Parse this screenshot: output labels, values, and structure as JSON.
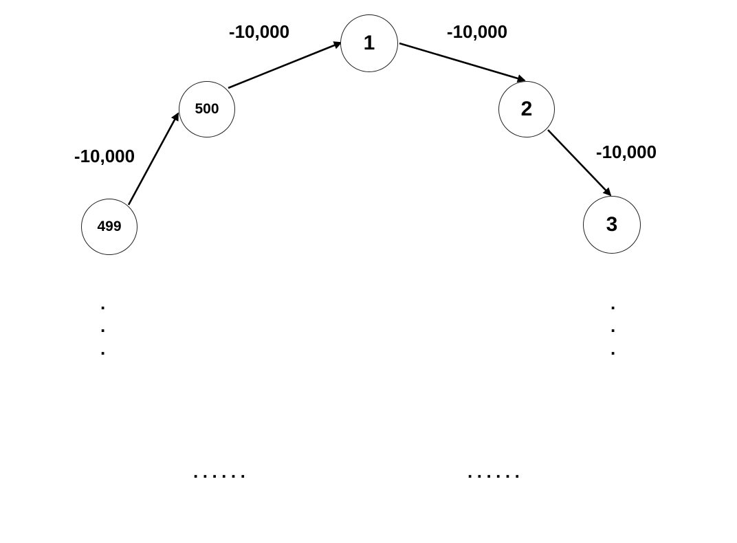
{
  "diagram": {
    "type": "directed-graph",
    "nodes": [
      {
        "label": "1"
      },
      {
        "label": "2"
      },
      {
        "label": "3"
      },
      {
        "label": "499"
      },
      {
        "label": "500"
      }
    ],
    "edges": [
      {
        "from": "499",
        "to": "500",
        "weight": "-10,000"
      },
      {
        "from": "500",
        "to": "1",
        "weight": "-10,000"
      },
      {
        "from": "1",
        "to": "2",
        "weight": "-10,000"
      },
      {
        "from": "2",
        "to": "3",
        "weight": "-10,000"
      }
    ],
    "ellipses": {
      "left_vertical": ".\n.\n.",
      "right_vertical": ".\n.\n.",
      "bottom_left": "......",
      "bottom_right": "......"
    }
  }
}
